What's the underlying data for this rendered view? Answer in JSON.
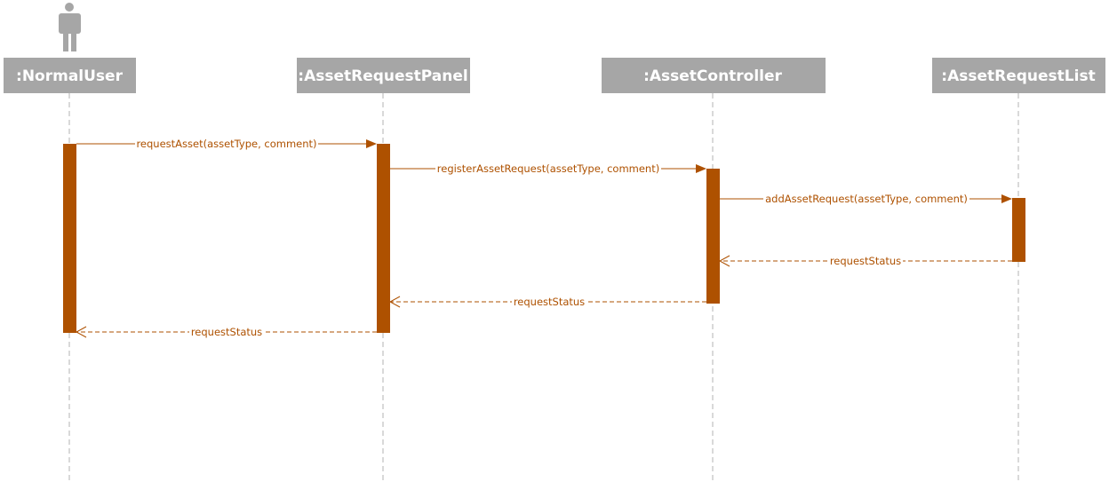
{
  "colors": {
    "header_fill": "#a6a6a6",
    "header_text": "#ffffff",
    "lifeline": "#b3b3b3",
    "accent": "#ae5100"
  },
  "actor": {
    "icon": "person-icon"
  },
  "lifelines": [
    {
      "label": ":NormalUser"
    },
    {
      "label": ":AssetRequestPanel"
    },
    {
      "label": ":AssetController"
    },
    {
      "label": ":AssetRequestList"
    }
  ],
  "messages": [
    {
      "label": "requestAsset(assetType, comment)",
      "from": 0,
      "to": 1,
      "kind": "sync"
    },
    {
      "label": "registerAssetRequest(assetType, comment)",
      "from": 1,
      "to": 2,
      "kind": "sync"
    },
    {
      "label": "addAssetRequest(assetType, comment)",
      "from": 2,
      "to": 3,
      "kind": "sync"
    },
    {
      "label": "requestStatus",
      "from": 3,
      "to": 2,
      "kind": "return"
    },
    {
      "label": "requestStatus",
      "from": 2,
      "to": 1,
      "kind": "return"
    },
    {
      "label": "requestStatus",
      "from": 1,
      "to": 0,
      "kind": "return"
    }
  ]
}
